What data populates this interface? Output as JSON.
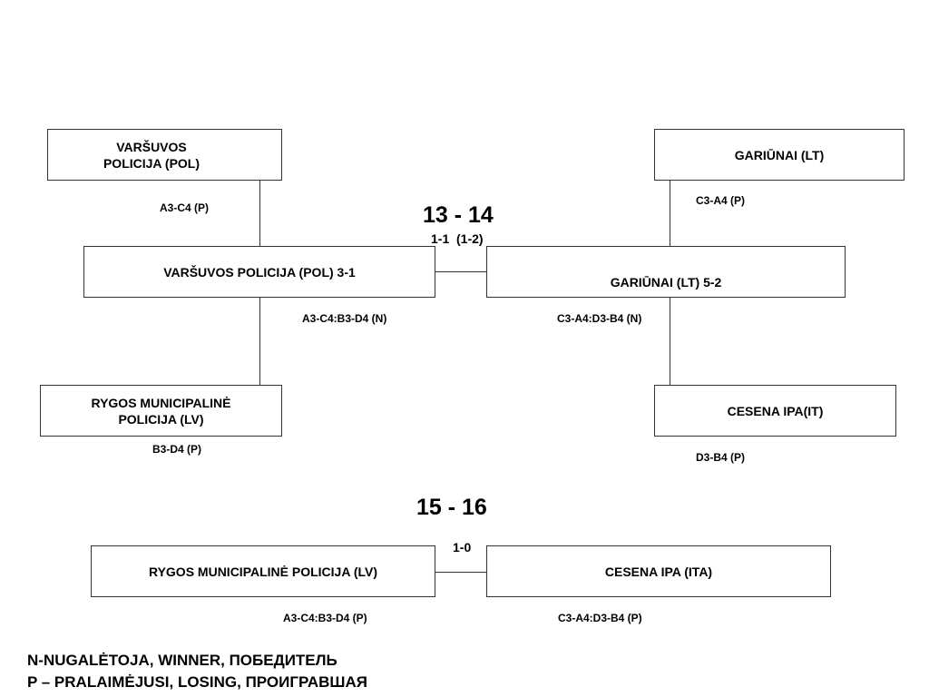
{
  "bracket_13_14": {
    "title": "13 - 14",
    "score": "1-1  (1-2)",
    "top_left_team": "VARŠUVOS POLICIJA (POL)",
    "top_left_code": "A3-C4 (P)",
    "left_finalist": "VARŠUVOS POLICIJA (POL) 3-1",
    "left_finalist_code": "A3-C4:B3-D4 (N)",
    "bottom_left_team": "RYGOS MUNICIPALINĖ POLICIJA (LV)",
    "bottom_left_code": "B3-D4 (P)",
    "top_right_team": "GARIŪNAI (LT)",
    "top_right_code": "C3-A4 (P)",
    "right_finalist": "GARIŪNAI (LT) 5-2",
    "right_finalist_code": "C3-A4:D3-B4 (N)",
    "bottom_right_team": "CESENA IPA(IT)",
    "bottom_right_code": "D3-B4 (P)"
  },
  "bracket_15_16": {
    "title": "15 - 16",
    "score": "1-0",
    "left_team": "RYGOS MUNICIPALINĖ POLICIJA (LV)",
    "left_code": "A3-C4:B3-D4 (P)",
    "right_team": "CESENA IPA (ITA)",
    "right_code": "C3-A4:D3-B4 (P)"
  },
  "legend": {
    "winner": "N-NUGALĖTOJA, WINNER, ПОБЕДИТЕЛЬ",
    "losing": "P – PRALAIMĖJUSI, LOSING, ПРОИГРАВШАЯ"
  }
}
